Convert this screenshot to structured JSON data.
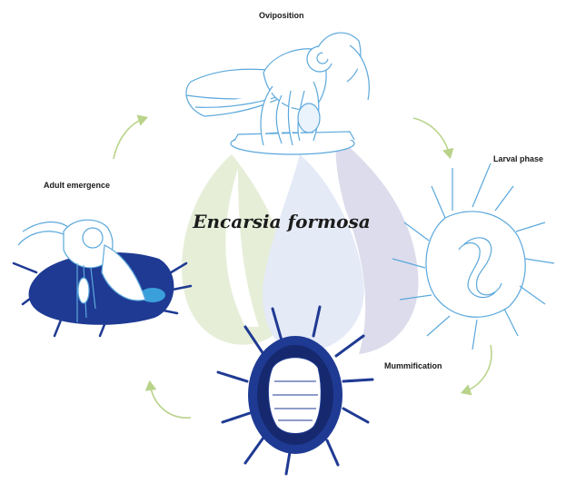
{
  "title": "Encarsia formosa",
  "stages": {
    "oviposition": "Oviposition",
    "larval": "Larval phase",
    "mummification": "Mummification",
    "adult": "Adult emergence"
  },
  "colors": {
    "leaf_green": "#e6eed8",
    "leaf_blue": "#e4eaf6",
    "leaf_purple": "#dcdcec",
    "line_blue": "#5ba8dc",
    "navy": "#1f3a93",
    "dark_navy": "#16296e",
    "arrow_green": "#b9d38a"
  }
}
